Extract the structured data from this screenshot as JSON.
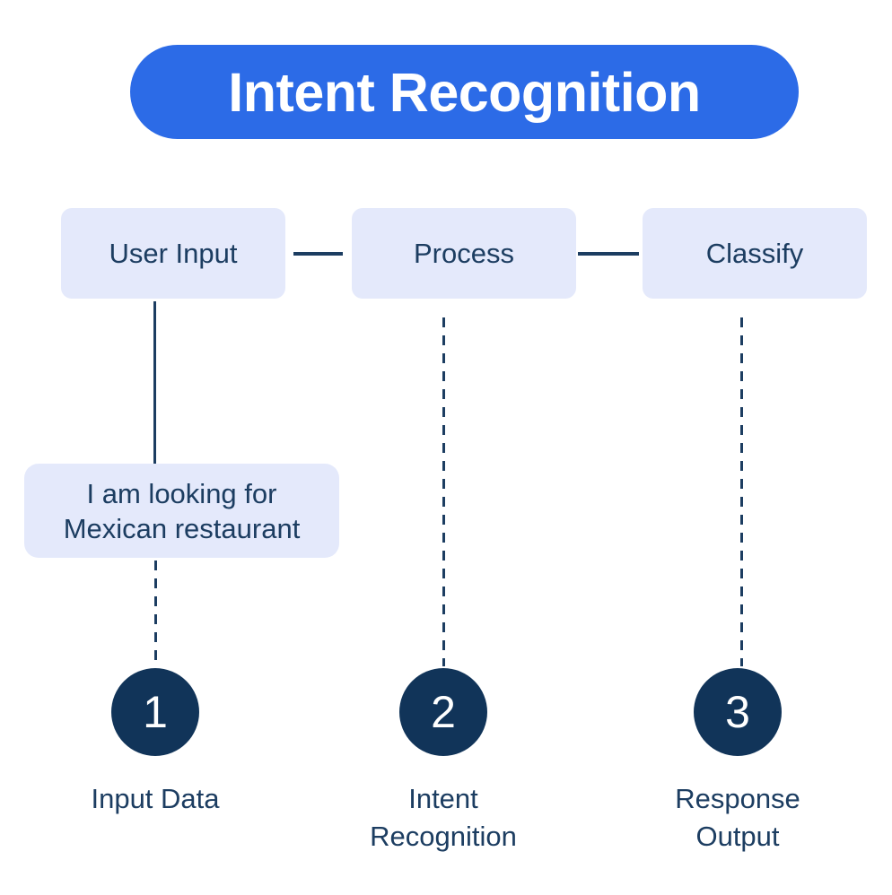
{
  "title": {
    "label": "Intent Recognition"
  },
  "colors": {
    "background": "#FFFFFF",
    "title_bg": "#2C6BE7",
    "title_text": "#FFFFFF",
    "node_bg": "#E4E9FB",
    "text_navy": "#1C3D61",
    "line_navy": "#1C3D61",
    "circle_bg": "#113459",
    "circle_text": "#FFFFFF"
  },
  "flow_nodes": [
    {
      "label": "User Input"
    },
    {
      "label": "Process"
    },
    {
      "label": "Classify"
    }
  ],
  "example_input": {
    "text": "I am looking for Mexican restaurant"
  },
  "steps": [
    {
      "number": "1",
      "label": "Input Data"
    },
    {
      "number": "2",
      "label": "Intent Recognition"
    },
    {
      "number": "3",
      "label": "Response Output"
    }
  ]
}
